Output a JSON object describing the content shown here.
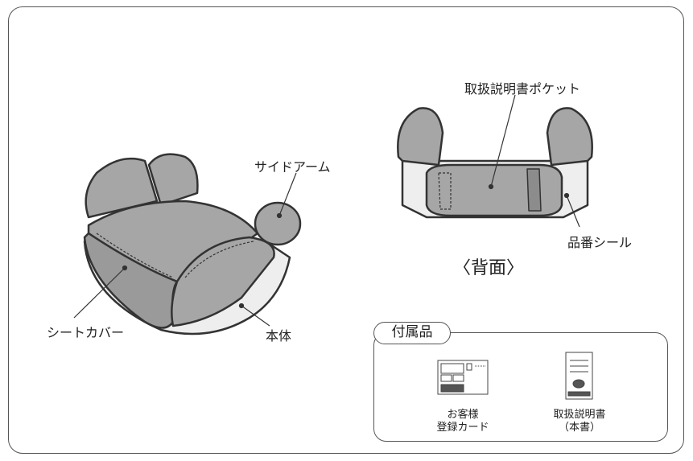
{
  "labels": {
    "side_arm": "サイドアーム",
    "seat_cover": "シートカバー",
    "body": "本体",
    "manual_pocket": "取扱説明書ポケット",
    "part_number_seal": "品番シール",
    "back_view": "〈背面〉"
  },
  "accessories": {
    "title": "付属品",
    "items": [
      {
        "label": "お客様\n登録カード",
        "icon": "registration-card-icon"
      },
      {
        "label": "取扱説明書\n（本書）",
        "icon": "instruction-manual-icon"
      }
    ]
  },
  "colors": {
    "seat_fill": "#a6a6a6",
    "seat_dark": "#8c8c8c",
    "base_fill": "#eeeeee",
    "outline": "#333333"
  }
}
